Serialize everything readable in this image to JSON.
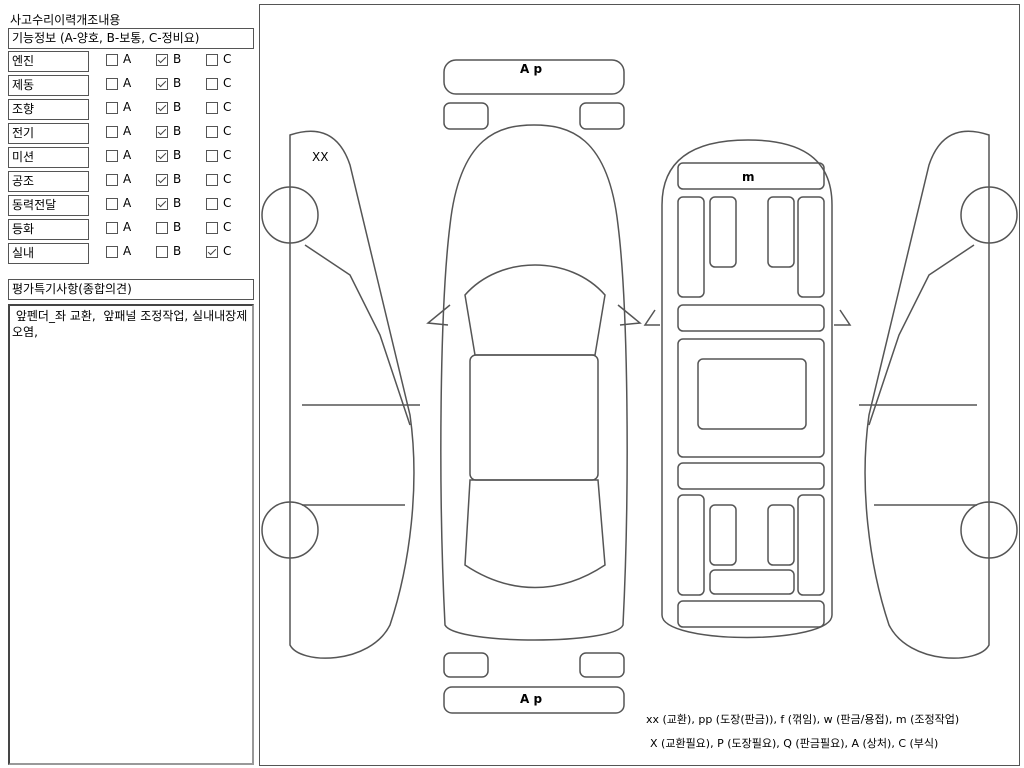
{
  "title": "사고수리이력개조내용",
  "func_header": "기능정보 (A-양호, B-보통, C-정비요)",
  "rows": [
    {
      "label": "엔진",
      "checked": "B"
    },
    {
      "label": "제동",
      "checked": "B"
    },
    {
      "label": "조향",
      "checked": "B"
    },
    {
      "label": "전기",
      "checked": "B"
    },
    {
      "label": "미션",
      "checked": "B"
    },
    {
      "label": "공조",
      "checked": "B"
    },
    {
      "label": "동력전달",
      "checked": "B"
    },
    {
      "label": "등화",
      "checked": ""
    },
    {
      "label": "실내",
      "checked": "C"
    }
  ],
  "options": [
    "A",
    "B",
    "C"
  ],
  "eval_header": "평가특기사항(종합의견)",
  "eval_text": " 앞펜더_좌 교환,  앞패널 조정작업, 실내내장제 오염,",
  "marks": {
    "front": "A p",
    "rear": "A p",
    "left_side": "XX",
    "roof": "m"
  },
  "legend": {
    "line1": "xx (교환), pp (도장(판금)), f (꺾임), w (판금/용접), m (조정작업)",
    "line2": "X (교환필요), P (도장필요), Q (판금필요), A (상처), C (부식)"
  }
}
